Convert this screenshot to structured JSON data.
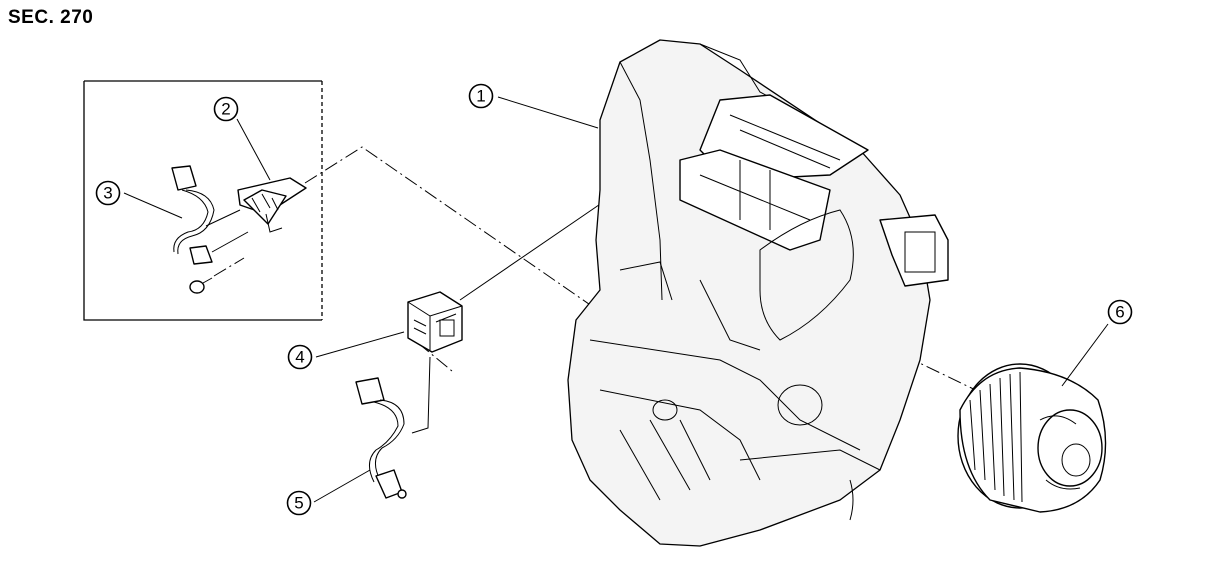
{
  "section_label": "SEC. 270",
  "callouts": [
    {
      "id": "1",
      "text": "①"
    },
    {
      "id": "2",
      "text": "②"
    },
    {
      "id": "3",
      "text": "③"
    },
    {
      "id": "4",
      "text": "④"
    },
    {
      "id": "5",
      "text": "⑤"
    },
    {
      "id": "6",
      "text": "⑥"
    }
  ]
}
